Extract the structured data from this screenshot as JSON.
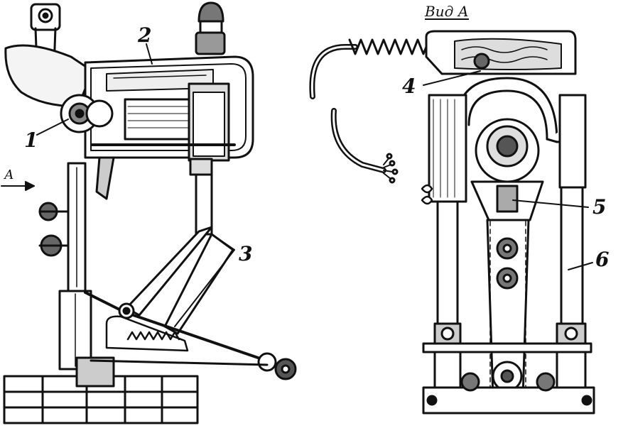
{
  "view_title": "Вид А",
  "direction_label": "А",
  "callouts": {
    "c1": "1",
    "c2": "2",
    "c3": "3",
    "c4": "4",
    "c5": "5",
    "c6": "6"
  },
  "colors": {
    "ink": "#111111",
    "paper": "#ffffff",
    "shade": "#bdbdbd"
  }
}
